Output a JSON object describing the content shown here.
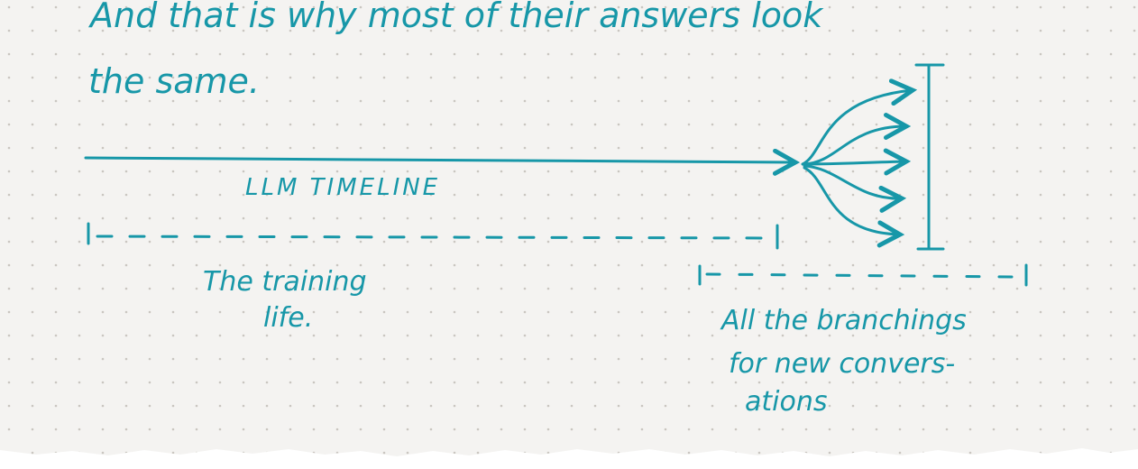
{
  "colors": {
    "ink": "#1797a8",
    "paper": "#f4f3f1",
    "dot": "#c9c6c0"
  },
  "note": {
    "top_line": "And that is why most of their answers look",
    "second_line": "the same.",
    "timeline_label": "LLM TIMELINE",
    "training_label_line1": "The training",
    "training_label_line2": "life.",
    "branch_label_line1": "All the branchings",
    "branch_label_line2": "for new convers-",
    "branch_label_line3": "ations"
  }
}
